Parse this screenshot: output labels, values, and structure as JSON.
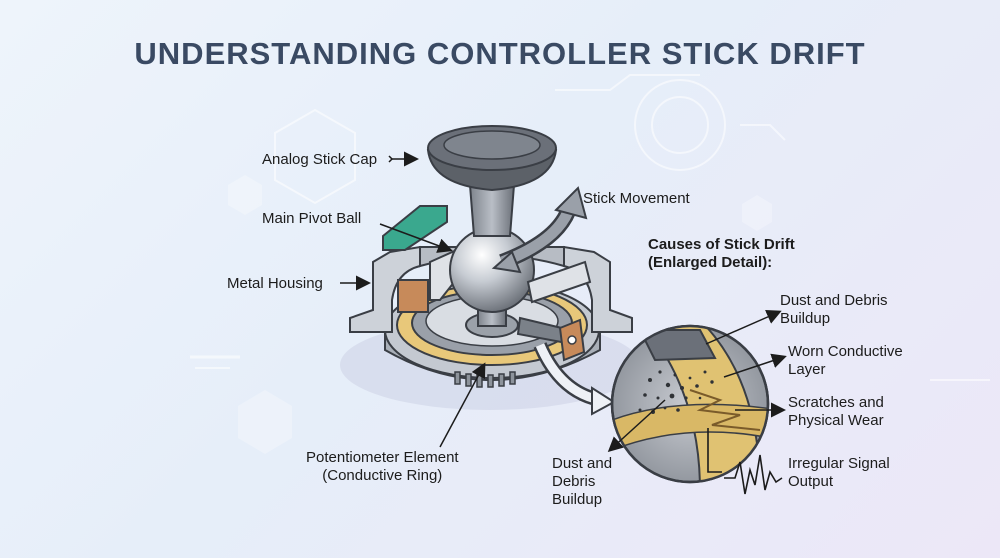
{
  "title": "UNDERSTANDING CONTROLLER STICK DRIFT",
  "labels": {
    "stick_cap": "Analog Stick Cap",
    "pivot_ball": "Main Pivot Ball",
    "metal_housing": "Metal Housing",
    "stick_movement": "Stick Movement",
    "potentiometer_line1": "Potentiometer Element",
    "potentiometer_line2": "(Conductive Ring)"
  },
  "detail": {
    "heading_line1": "Causes of Stick Drift",
    "heading_line2": "(Enlarged Detail):",
    "dust_top_line1": "Dust and Debris",
    "dust_top_line2": "Buildup",
    "worn_line1": "Worn Conductive",
    "worn_line2": "Layer",
    "scratches_line1": "Scratches and",
    "scratches_line2": "Physical Wear",
    "signal_line1": "Irregular Signal",
    "signal_line2": "Output",
    "dust_bottom_line1": "Dust and",
    "dust_bottom_line2": "Debris",
    "dust_bottom_line3": "Buildup"
  },
  "colors": {
    "title": "#3a4a63",
    "metal": "#c9ced6",
    "ring": "#e8c87a",
    "cap": "#6b7079",
    "teal_part": "#3aa88e",
    "copper_part": "#c78a5a"
  }
}
